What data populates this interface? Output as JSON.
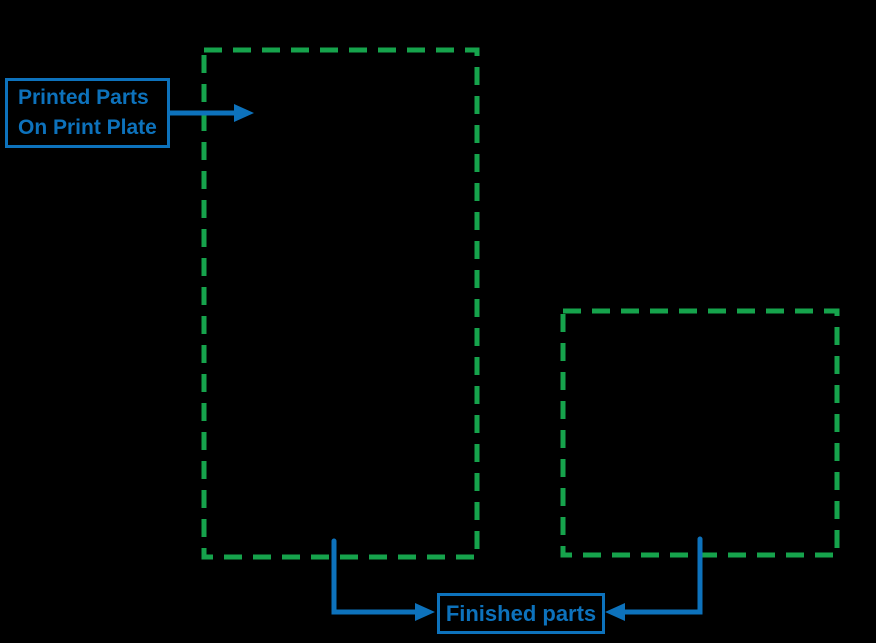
{
  "diagram": {
    "background": "#000000",
    "colors": {
      "accent_blue": "#0d72bc",
      "dashed_green": "#16a34c"
    },
    "labels": {
      "printed_parts": {
        "line1": "Printed Parts",
        "line2": "On Print Plate"
      },
      "finished_parts": "Finished parts"
    },
    "regions": [
      {
        "name": "printed-parts-region",
        "outline": "green-dashed"
      },
      {
        "name": "finished-parts-region",
        "outline": "green-dashed"
      }
    ],
    "arrows": [
      {
        "name": "printed-parts-label-arrow",
        "from": "printed-parts-label",
        "to": "printed-parts-region"
      },
      {
        "name": "printed-region-to-finished-arrow",
        "from": "printed-parts-region",
        "to": "finished-parts-label"
      },
      {
        "name": "finished-region-to-finished-arrow",
        "from": "finished-parts-region",
        "to": "finished-parts-label"
      }
    ]
  }
}
